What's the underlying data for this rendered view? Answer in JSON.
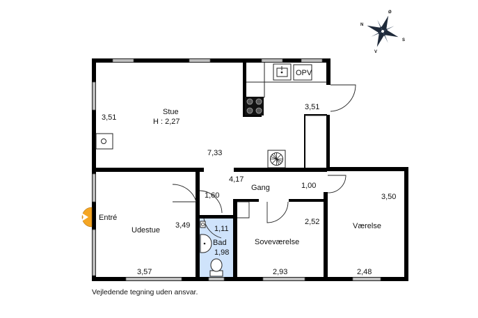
{
  "rooms": {
    "stue": {
      "name": "Stue",
      "height": "H : 2,27"
    },
    "gang": {
      "name": "Gang"
    },
    "entre": {
      "name": "Entré"
    },
    "udestue": {
      "name": "Udestue"
    },
    "bad": {
      "name": "Bad"
    },
    "sovevaerelse": {
      "name": "Soveværelse"
    },
    "vaerelse": {
      "name": "Værelse"
    }
  },
  "kitchen": {
    "opv_label": "OPV"
  },
  "dimensions": {
    "stue_left": "3,51",
    "kitchen_right": "3,51",
    "stue_width": "7,33",
    "gang_left": "4,17",
    "gang_right": "1,00",
    "hall_small": "1,60",
    "udestue_right": "3,49",
    "bad_top": "1,11",
    "bad_bottom": "1,98",
    "sove_top": "2,52",
    "vaerelse_right": "3,50",
    "udestue_bottom": "3,57",
    "sove_bottom": "2,93",
    "vaerelse_bottom": "2,48"
  },
  "compass": {
    "n": "N",
    "s": "S",
    "v": "V",
    "o": "Ø"
  },
  "caption": "Vejledende tegning uden ansvar.",
  "colors": {
    "bathroom_fill": "#cfe3fb",
    "wall": "#000000",
    "entry_arrow": "#f5a623"
  }
}
